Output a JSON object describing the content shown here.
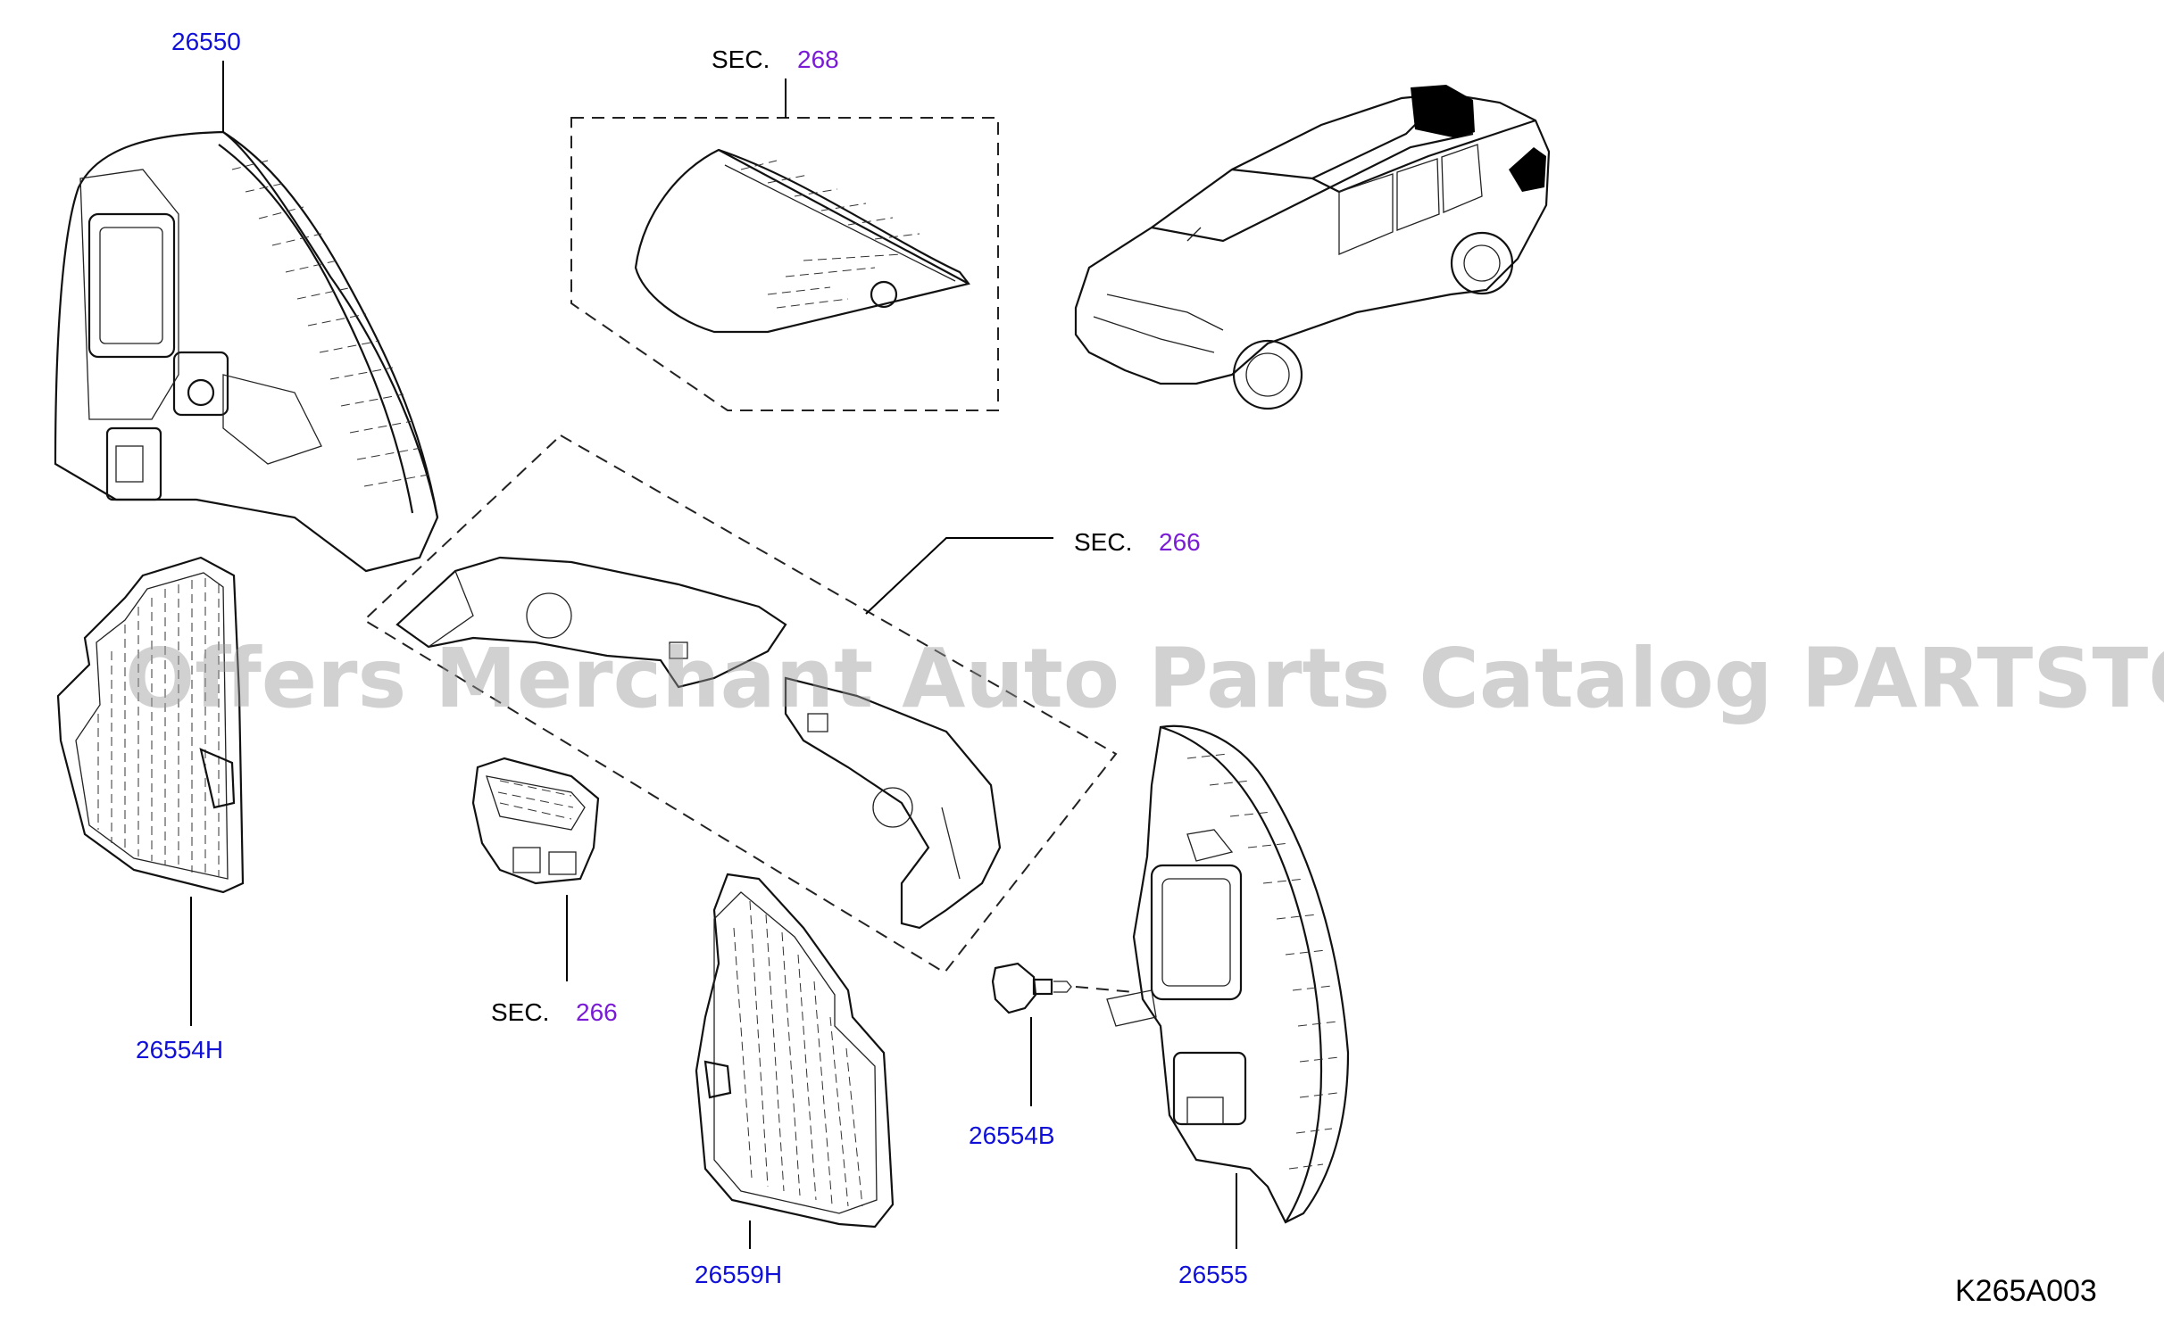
{
  "watermark": "Offers Merchant Auto Parts Catalog PARTSTORE.SA",
  "diagram_code": "K265A003",
  "part_labels": {
    "p26550": "26550",
    "p26554H": "26554H",
    "p26559H": "26559H",
    "p26554B": "26554B",
    "p26555": "26555"
  },
  "section_refs": {
    "sec268": {
      "prefix": "SEC.",
      "number": "268"
    },
    "sec266_top": {
      "prefix": "SEC.",
      "number": "266"
    },
    "sec266_bottom": {
      "prefix": "SEC.",
      "number": "266"
    }
  },
  "colors": {
    "part_number": "#1010d8",
    "section_number": "#7a1bd6",
    "text": "#000000"
  }
}
